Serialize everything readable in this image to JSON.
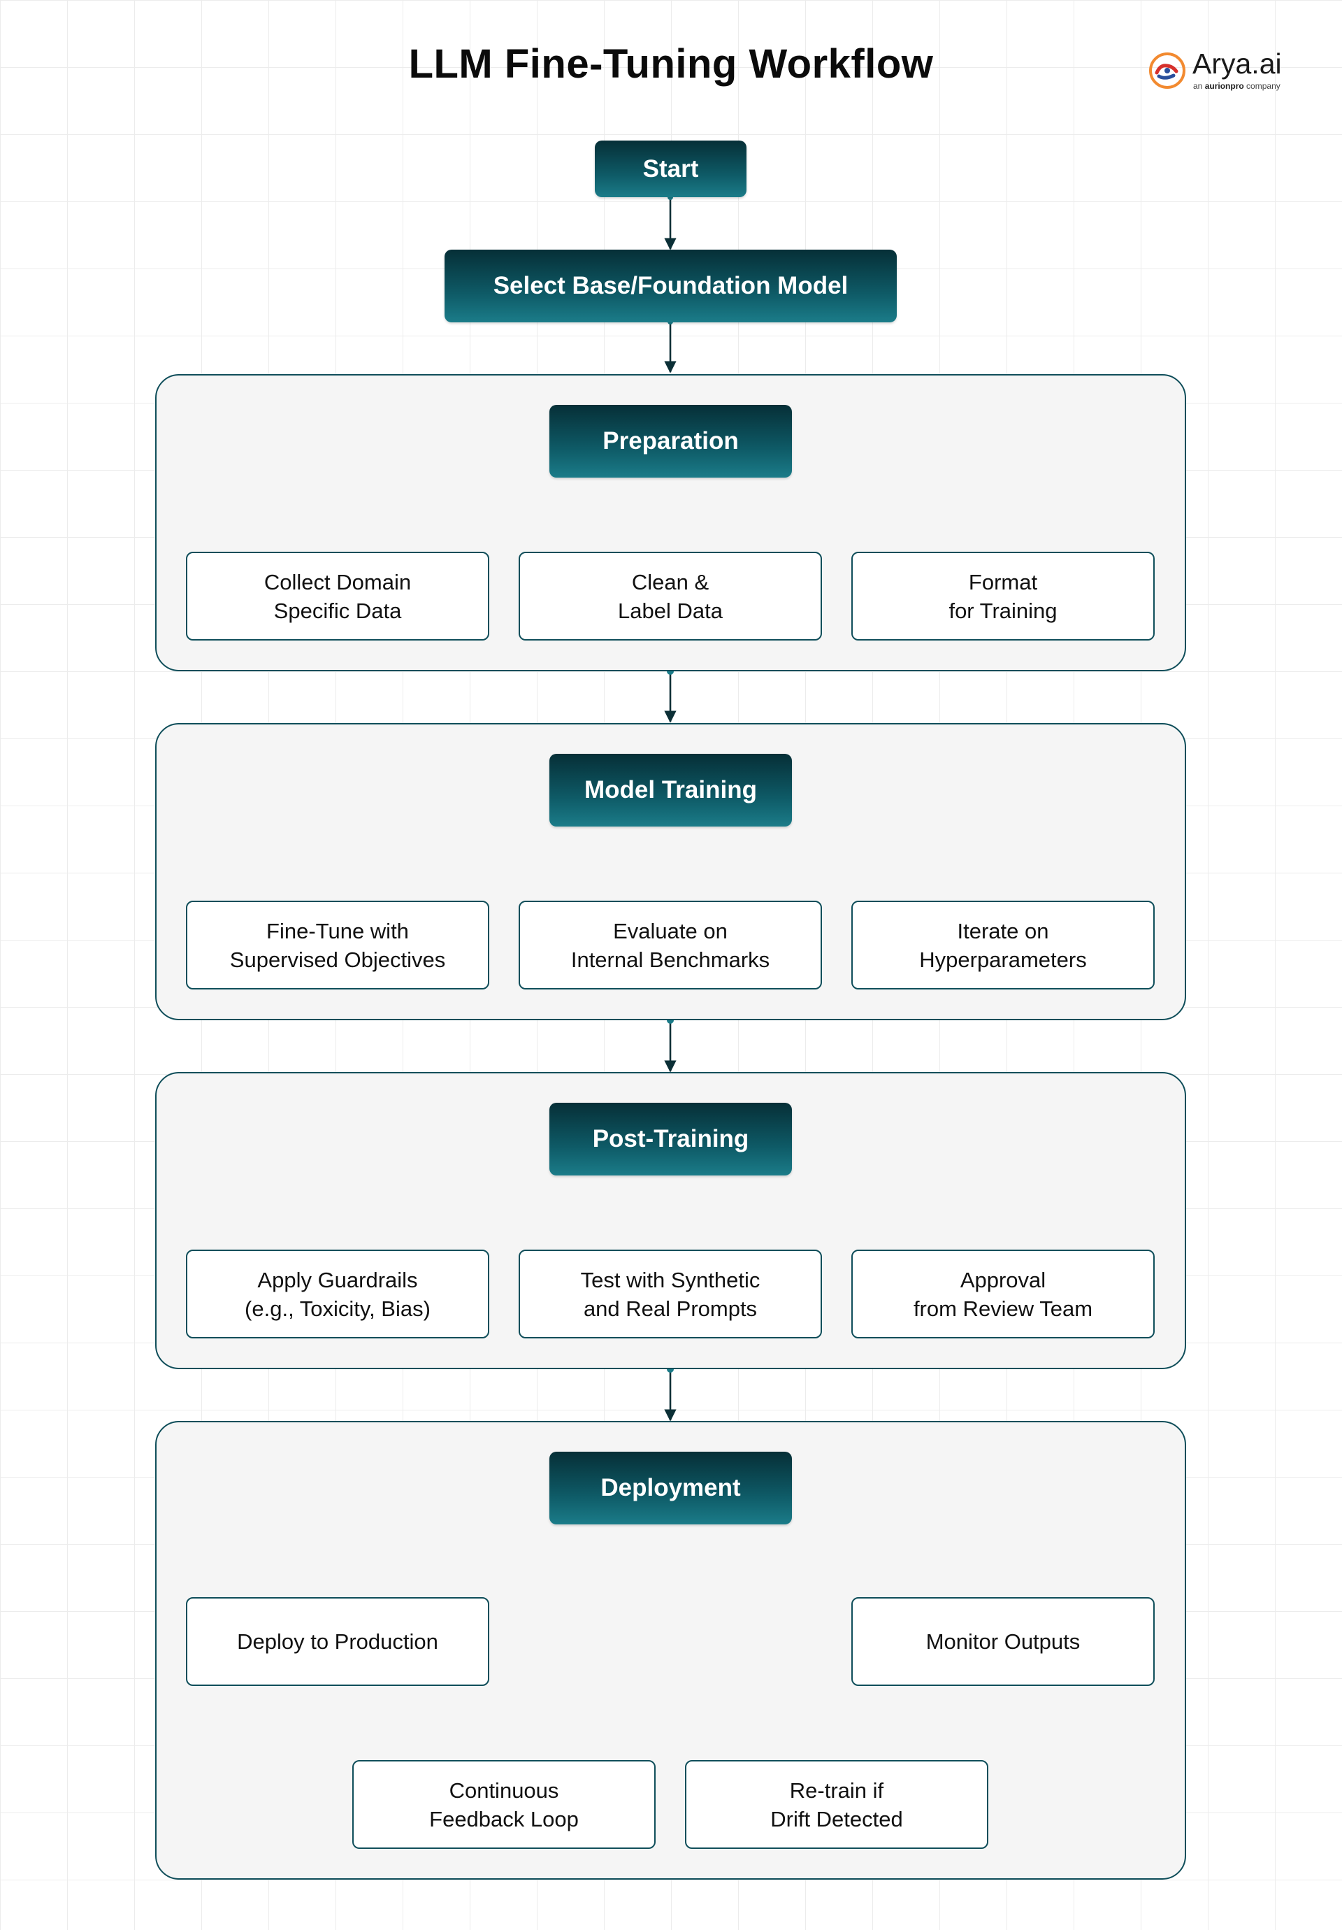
{
  "title": "LLM Fine-Tuning Workflow",
  "logo": {
    "wordmark": "Arya.ai",
    "tagline_prefix": "an",
    "tagline_brand": "aurionpro",
    "tagline_suffix": "company"
  },
  "colors": {
    "node_dark": "#062f37",
    "node_light": "#1b7c89",
    "border": "#0f4e5a",
    "panel_bg": "#f5f5f5",
    "grid": "#ececec"
  },
  "nodes": {
    "start": "Start",
    "base_model": "Select Base/Foundation Model"
  },
  "sections": [
    {
      "heading": "Preparation",
      "steps": [
        "Collect Domain\nSpecific Data",
        "Clean &\nLabel Data",
        "Format\nfor Training"
      ]
    },
    {
      "heading": "Model Training",
      "steps": [
        "Fine-Tune with\nSupervised Objectives",
        "Evaluate on\nInternal Benchmarks",
        "Iterate on\nHyperparameters"
      ]
    },
    {
      "heading": "Post-Training",
      "steps": [
        "Apply Guardrails\n(e.g., Toxicity, Bias)",
        "Test with Synthetic\nand Real Prompts",
        "Approval\nfrom Review Team"
      ]
    },
    {
      "heading": "Deployment",
      "steps": [
        "Deploy to Production",
        "Monitor Outputs",
        "Continuous\nFeedback Loop",
        "Re-train if\nDrift Detected"
      ]
    }
  ]
}
